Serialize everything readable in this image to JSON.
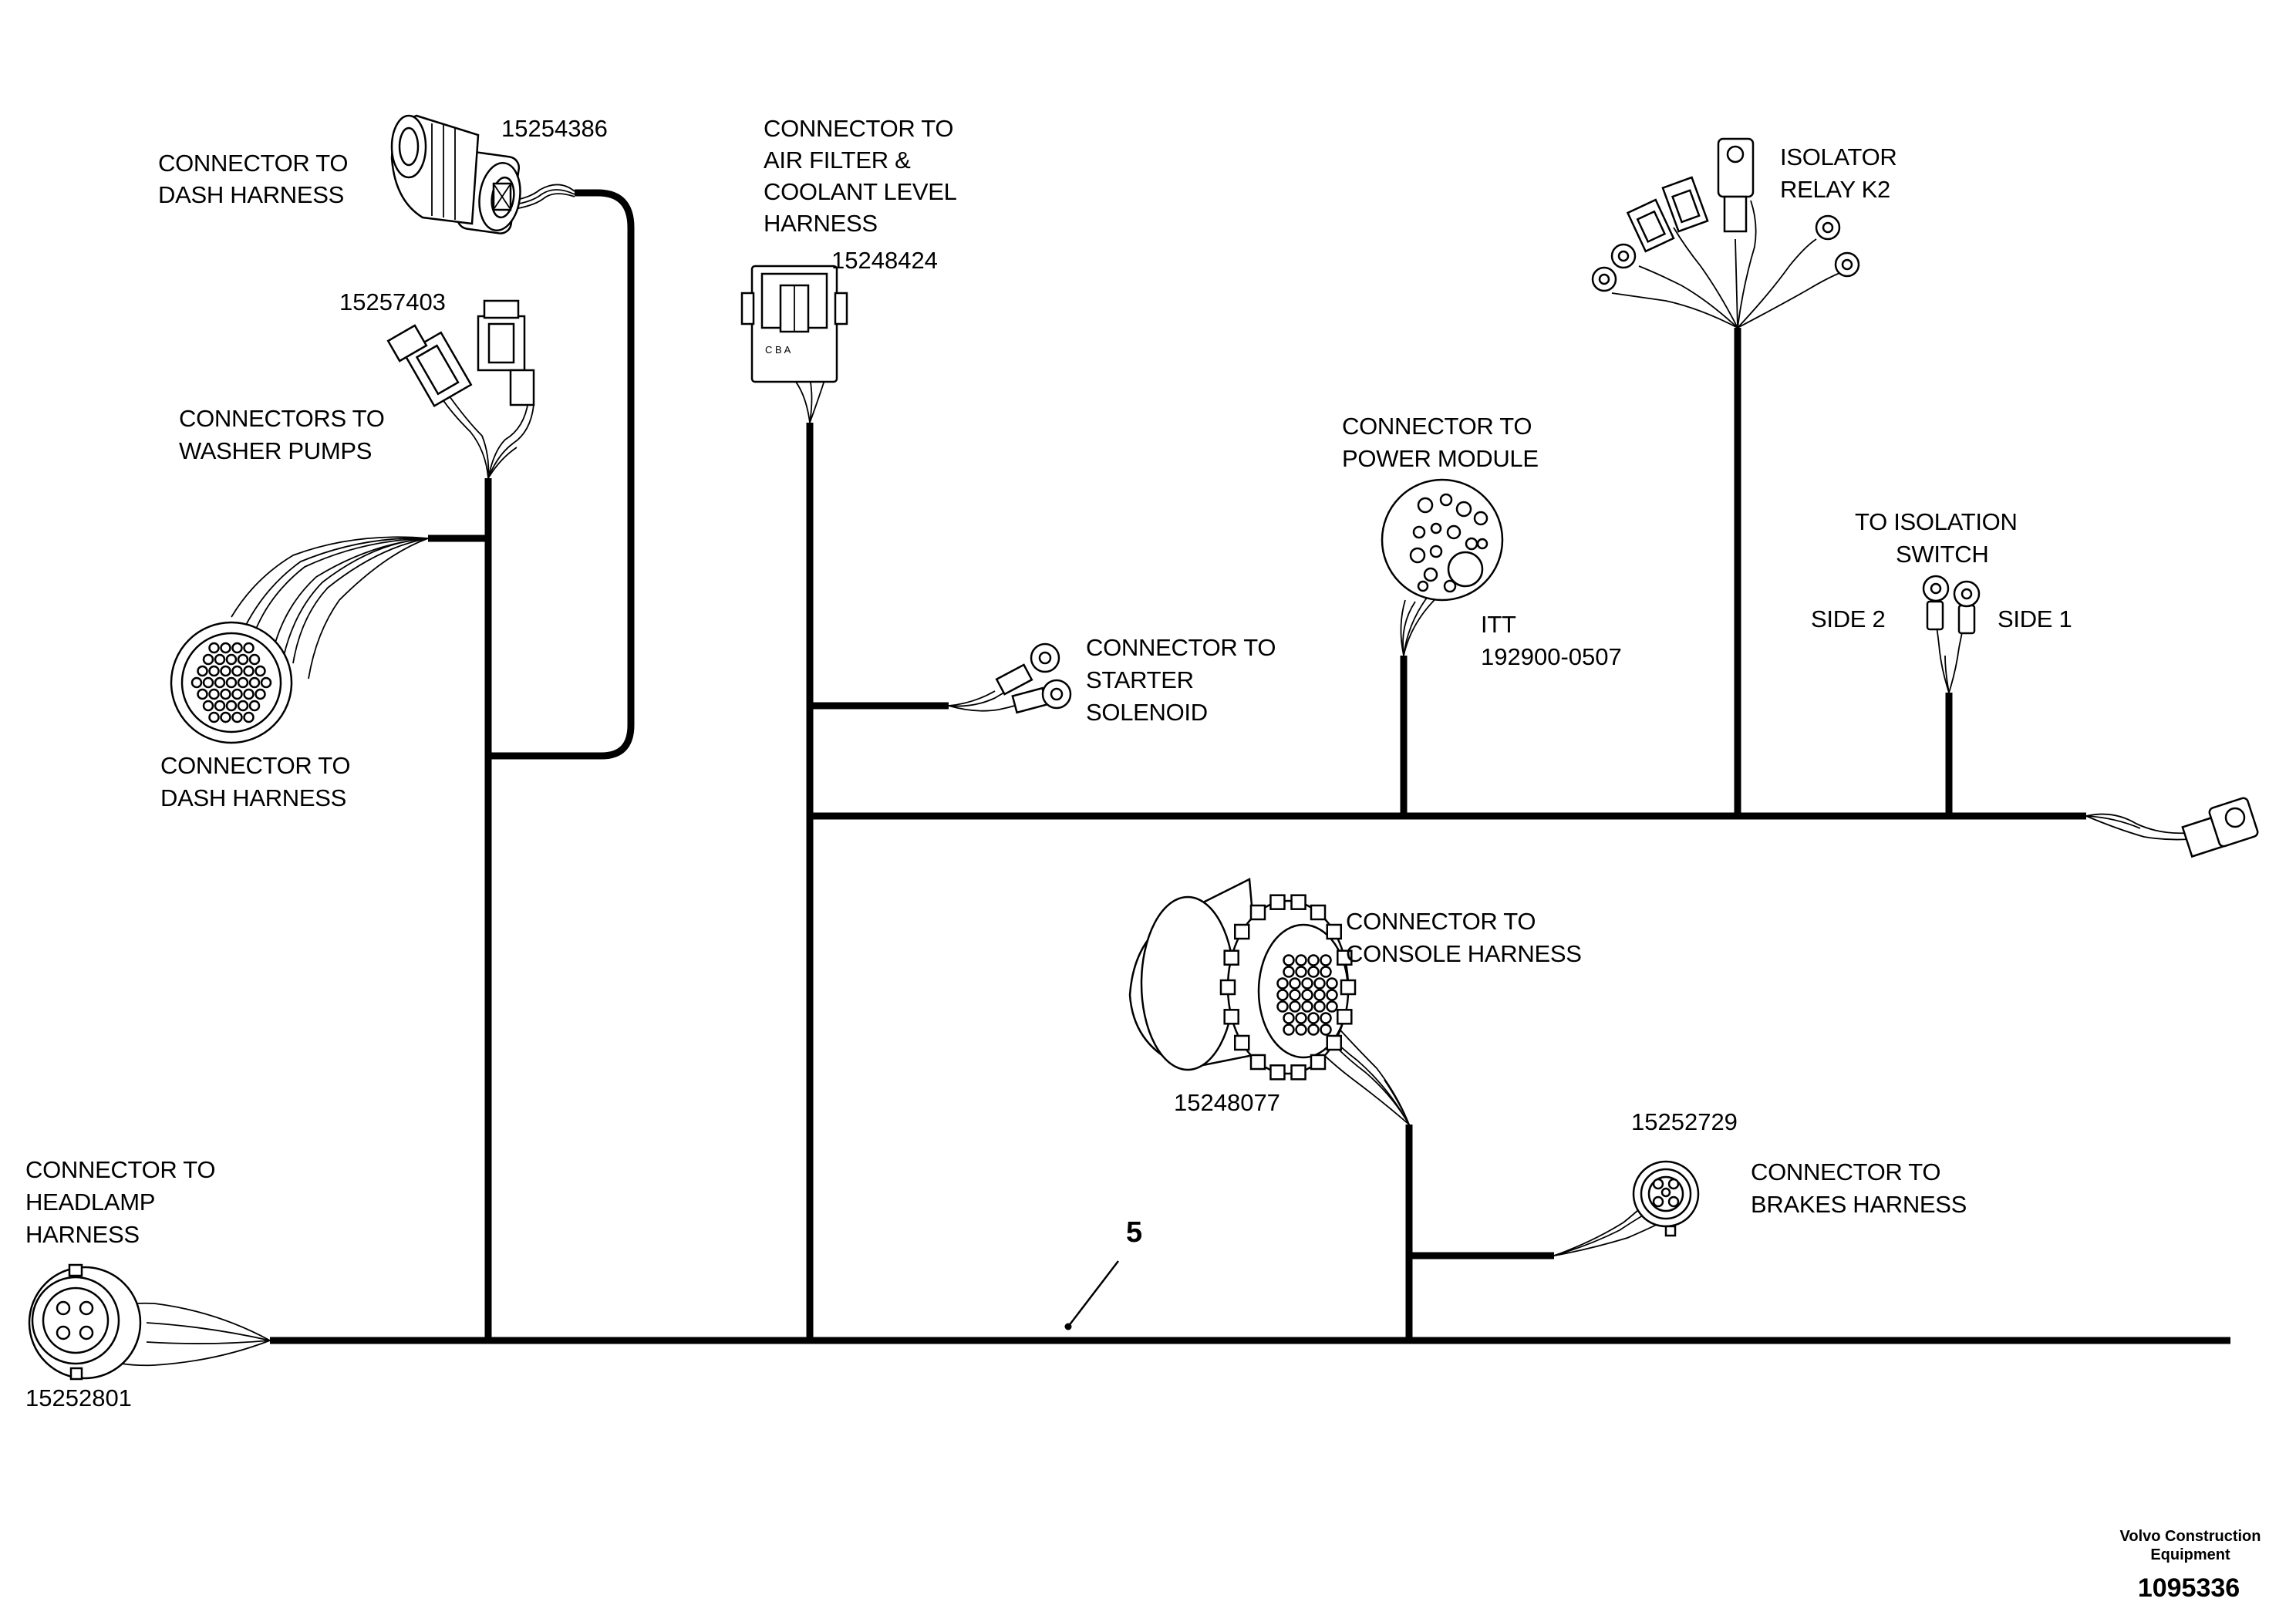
{
  "labels": {
    "dash_harness_top": [
      "CONNECTOR TO",
      "DASH HARNESS"
    ],
    "washer_pumps": [
      "CONNECTORS TO",
      "WASHER PUMPS"
    ],
    "dash_harness_bottom": [
      "CONNECTOR TO",
      "DASH HARNESS"
    ],
    "air_filter": [
      "CONNECTOR TO",
      "AIR FILTER &",
      "COOLANT LEVEL",
      "HARNESS"
    ],
    "starter_solenoid": [
      "CONNECTOR TO",
      "STARTER",
      "SOLENOID"
    ],
    "power_module": [
      "CONNECTOR TO",
      "POWER MODULE"
    ],
    "itt": [
      "ITT",
      "192900-0507"
    ],
    "isolator_relay": [
      "ISOLATOR",
      "RELAY K2"
    ],
    "isolation_switch": [
      "TO ISOLATION",
      "SWITCH"
    ],
    "side2": "SIDE 2",
    "side1": "SIDE 1",
    "console_harness": [
      "CONNECTOR TO",
      "CONSOLE HARNESS"
    ],
    "brakes_harness": [
      "CONNECTOR TO",
      "BRAKES HARNESS"
    ],
    "headlamp_harness": [
      "CONNECTOR TO",
      "HEADLAMP",
      "HARNESS"
    ]
  },
  "part_numbers": {
    "dash_connector_top": "15254386",
    "washer_pumps": "15257403",
    "air_filter": "15248424",
    "console": "15248077",
    "brakes": "15252729",
    "headlamp": "15252801"
  },
  "pin_letters": "C B A",
  "callout": "5",
  "footer": {
    "company": [
      "Volvo Construction",
      "Equipment"
    ],
    "drawing_number": "1095336"
  },
  "colors": {
    "line": "#000000",
    "background": "#ffffff"
  }
}
